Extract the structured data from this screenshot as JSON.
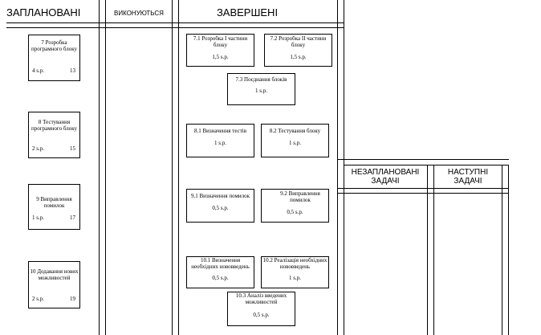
{
  "headers": {
    "planned": "ЗАПЛАНОВАНІ",
    "in_progress": "ВИКОНУЮТЬСЯ",
    "done": "ЗАВЕРШЕНІ",
    "unplanned": "НЕЗАПЛАНОВАНІ ЗАДАЧІ",
    "next": "НАСТУПНІ ЗАДАЧІ"
  },
  "planned": [
    {
      "title": "7 Розробка програмного блоку",
      "sp": "4 s.p.",
      "num": "13"
    },
    {
      "title": "8 Тестування програмного блоку",
      "sp": "2 s.p.",
      "num": "15"
    },
    {
      "title": "9 Виправлення помилок",
      "sp": "1 s.p.",
      "num": "17"
    },
    {
      "title": "10 Додавання нових можливостей",
      "sp": "2 s.p.",
      "num": "19"
    }
  ],
  "done": [
    {
      "title": "7.1 Розробка I частини блоку",
      "sp": "1,5 s.p."
    },
    {
      "title": "7.2 Розробка II частини блоку",
      "sp": "1,5 s.p."
    },
    {
      "title": "7.3 Поєднання блоків",
      "sp": "1 s.p."
    },
    {
      "title": "8.1 Визначення тестів",
      "sp": "1 s.p."
    },
    {
      "title": "8.2 Тестування блоку",
      "sp": "1 s.p."
    },
    {
      "title": "9.1 Визначення помилок",
      "sp": "0,5 s.p."
    },
    {
      "title": "9.2 Виправлення помилок",
      "sp": "0,5 s.p."
    },
    {
      "title": "10.1 Визначення необхідних нововведень",
      "sp": "0,5 s.p."
    },
    {
      "title": "10.2 Реалізація необхідних нововведень",
      "sp": "1 s.p."
    },
    {
      "title": "10.3 Аналіз введених можливостей",
      "sp": "0,5 s.p."
    }
  ]
}
